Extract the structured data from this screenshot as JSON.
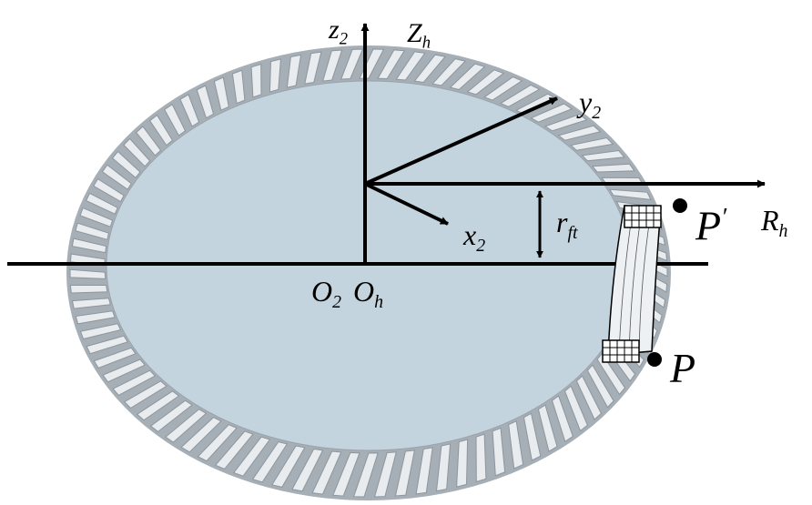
{
  "labels": {
    "z2": {
      "base": "z",
      "sub": "2"
    },
    "Zh": {
      "base": "Z",
      "sub": "h"
    },
    "y2": {
      "base": "y",
      "sub": "2"
    },
    "Rh": {
      "base": "R",
      "sub": "h"
    },
    "x2": {
      "base": "x",
      "sub": "2"
    },
    "rft": {
      "base": "r",
      "sub": "ft"
    },
    "O2": {
      "base": "O",
      "sub": "2"
    },
    "Oh": {
      "base": "O",
      "sub": "h"
    },
    "Pprime": {
      "base": "P",
      "sup": "′"
    },
    "P": {
      "base": "P"
    }
  },
  "colors": {
    "gear_face": "#c4d4de",
    "gear_rim": "#a6aeb6",
    "tooth_dark": "#8d969f",
    "tooth_light": "#e8ecef",
    "ink": "#000000"
  },
  "gear": {
    "tooth_count": 90
  }
}
